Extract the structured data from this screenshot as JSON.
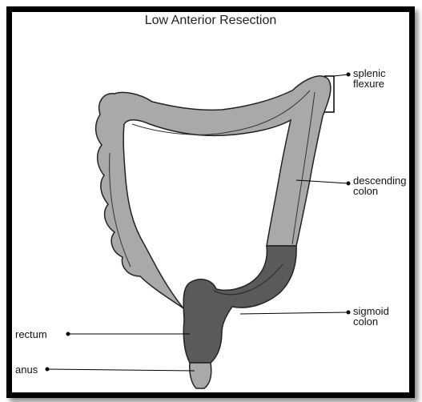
{
  "title": "Low Anterior Resection",
  "labels": {
    "splenic_flexure": [
      "splenic",
      "flexure"
    ],
    "descending_colon": [
      "descending",
      "colon"
    ],
    "sigmoid_colon": [
      "sigmoid",
      "colon"
    ],
    "rectum": "rectum",
    "anus": "anus"
  },
  "colors": {
    "colon_light": "#a9a9a9",
    "colon_dark": "#5a5a5a",
    "outline": "#222222",
    "leader": "#000000"
  }
}
